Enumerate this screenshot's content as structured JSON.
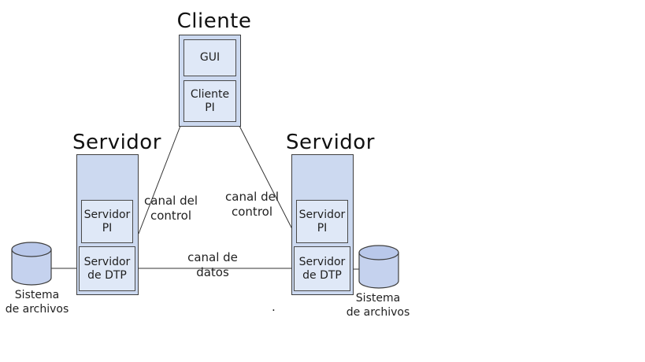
{
  "diagram": {
    "client": {
      "title": "Cliente",
      "gui_label": "GUI",
      "pi_label": "Cliente\nPI"
    },
    "server_left": {
      "title": "Servidor",
      "pi_label": "Servidor\nPI",
      "dtp_label": "Servidor\nde DTP"
    },
    "server_right": {
      "title": "Servidor",
      "pi_label": "Servidor\nPI",
      "dtp_label": "Servidor\nde DTP"
    },
    "storage_left": {
      "label": "Sistema\nde archivos"
    },
    "storage_right": {
      "label": "Sistema\nde archivos"
    },
    "channels": {
      "control_left": "canal del\ncontrol",
      "control_right": "canal del\ncontrol",
      "data": "canal de datos"
    },
    "stray_mark": ".",
    "colors": {
      "box_fill": "#ccd9f0",
      "inner_box_fill": "#dfe8f7",
      "cylinder_fill": "#c5d2ee",
      "cylinder_top_fill": "#b9c8ea",
      "line": "#333333",
      "border": "#3f3f3f"
    }
  }
}
